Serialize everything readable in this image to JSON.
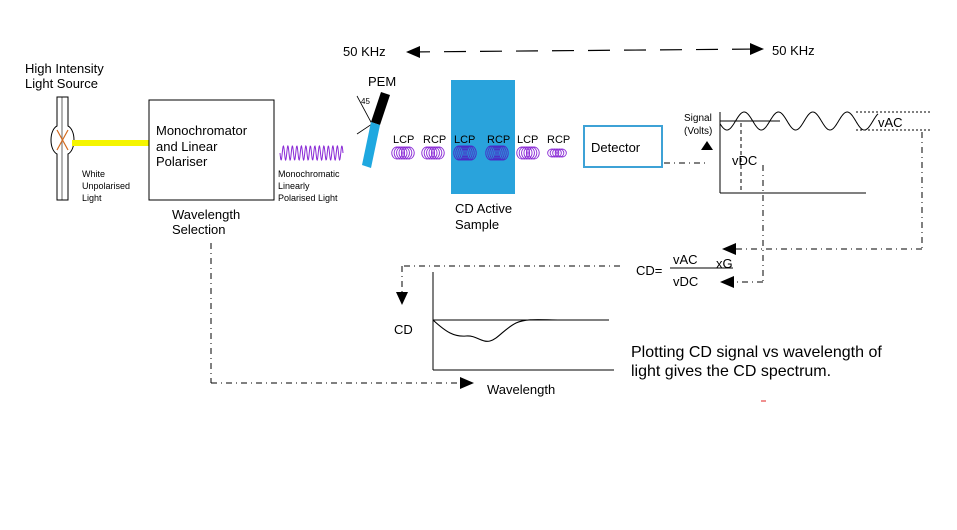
{
  "frequency": {
    "left": "50 KHz",
    "right": "50 KHz"
  },
  "light_source": {
    "line1": "High Intensity",
    "line2": "Light Source"
  },
  "white_light": {
    "line1": "White",
    "line2": "Unpolarised",
    "line3": "Light"
  },
  "monochromator": {
    "line1": "Monochromator",
    "line2": "and  Linear",
    "line3": "Polariser"
  },
  "wavelength_selection": {
    "line1": "Wavelength",
    "line2": "Selection"
  },
  "mono_light": {
    "line1": "Monochromatic",
    "line2": "Linearly",
    "line3": "Polarised Light"
  },
  "pem": {
    "label": "PEM",
    "angle": "45"
  },
  "polarisation": {
    "lcp1": "LCP",
    "rcp1": "RCP",
    "lcp2": "LCP",
    "rcp2": "RCP",
    "lcp3": "LCP",
    "rcp3": "RCP"
  },
  "sample": {
    "line1": "CD Active",
    "line2": "Sample"
  },
  "detector": {
    "label": "Detector"
  },
  "signal_plot": {
    "ylabel1": "Signal",
    "ylabel2": "(Volts)",
    "vac": "vAC",
    "vdc": "vDC"
  },
  "formula": {
    "lhs": "CD=",
    "numerator": "vAC",
    "denominator": "vDC",
    "factor": "xG"
  },
  "cd_plot": {
    "ylabel": "CD",
    "xlabel": "Wavelength"
  },
  "caption": {
    "line1": "Plotting CD signal vs wavelength of",
    "line2": "light gives the CD spectrum."
  },
  "colors": {
    "beam": "#f5f500",
    "sample": "#29a3dc",
    "detector_border": "#3ea2d6",
    "pem_crystal": "#1fa8e0",
    "wave": "#8a2bd6"
  }
}
